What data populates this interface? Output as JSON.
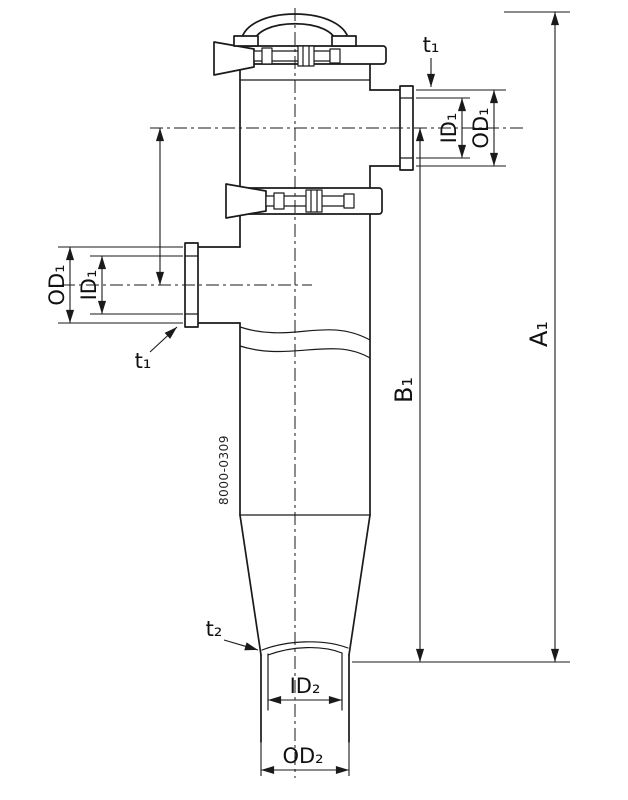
{
  "colors": {
    "line": "#1a1a1a",
    "background": "#ffffff"
  },
  "part_number": "8000-0309",
  "labels": {
    "t1_top": "t₁",
    "id1_right": "ID₁",
    "od1_right": "OD₁",
    "a1": "A₁",
    "b1": "B₁",
    "od1_left": "OD₁",
    "id1_left": "ID₁",
    "t1_left": "t₁",
    "t2": "t₂",
    "id2": "ID₂",
    "od2": "OD₂"
  }
}
